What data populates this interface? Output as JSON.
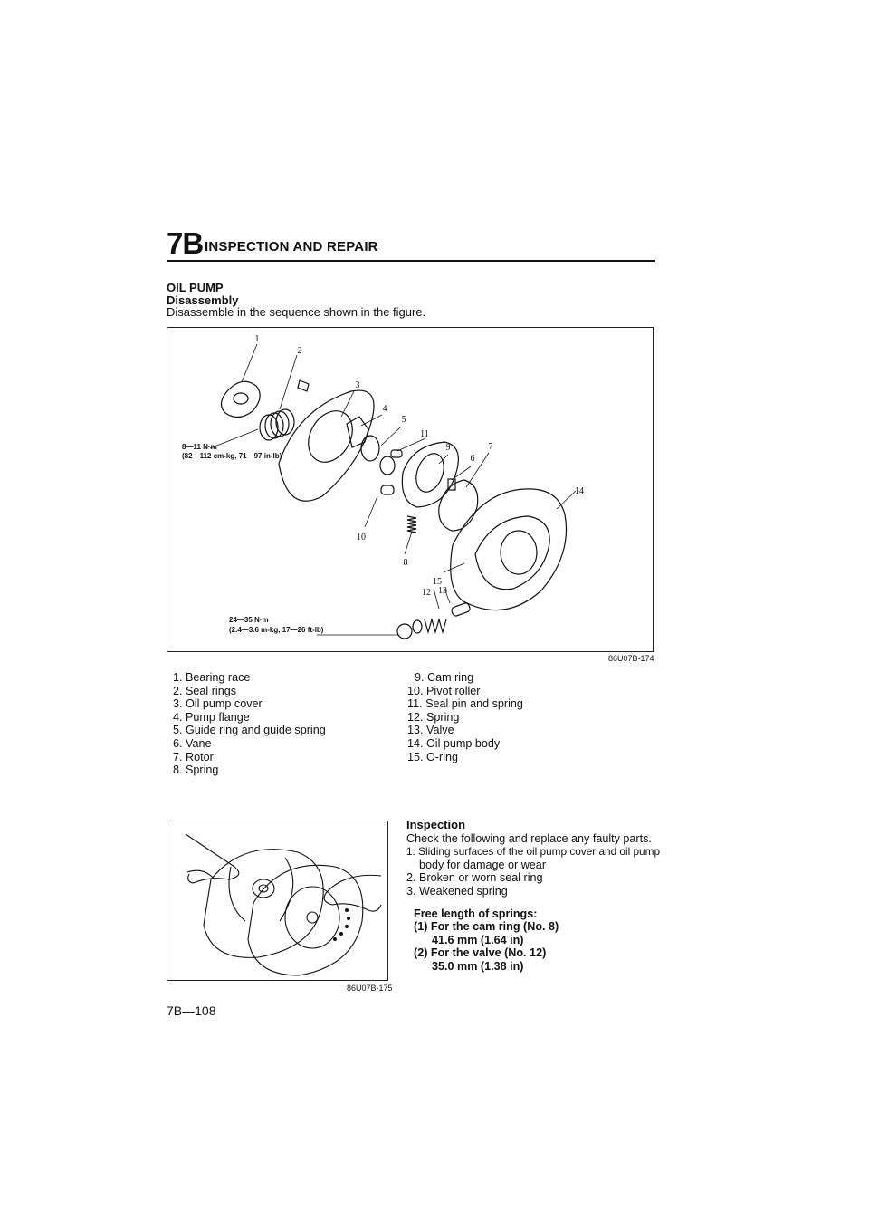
{
  "header": {
    "code": "7B",
    "title": "INSPECTION AND REPAIR"
  },
  "section": {
    "title": "OIL PUMP",
    "subtitle": "Disassembly",
    "paragraph": "Disassemble in the sequence shown in the figure."
  },
  "figure1": {
    "code": "86U07B-174",
    "torque_top_1": "8—11 N·m",
    "torque_top_2": "(82—112 cm-kg, 71—97 in-lb)",
    "torque_bottom_1": "24—35 N·m",
    "torque_bottom_2": "(2.4—3.6 m-kg, 17—26 ft-lb)",
    "callouts": [
      "1",
      "2",
      "3",
      "4",
      "5",
      "6",
      "7",
      "8",
      "9",
      "10",
      "11",
      "12",
      "13",
      "14",
      "15"
    ]
  },
  "parts_left": [
    "1. Bearing race",
    "2. Seal rings",
    "3. Oil pump cover",
    "4. Pump flange",
    "5. Guide ring and guide spring",
    "6. Vane",
    "7. Rotor",
    "8. Spring"
  ],
  "parts_right": [
    "9. Cam ring",
    "10. Pivot roller",
    "11. Seal pin and spring",
    "12. Spring",
    "13. Valve",
    "14. Oil pump body",
    "15. O-ring"
  ],
  "figure2": {
    "code": "86U07B-175"
  },
  "inspection": {
    "heading": "Inspection",
    "intro": "Check the following and replace any faulty parts.",
    "items": [
      "1. Sliding surfaces of the oil pump cover and oil pump",
      "body for damage or wear",
      "2. Broken or worn seal ring",
      "3. Weakened spring"
    ],
    "spec_heading": "Free length of springs:",
    "spec_1_label": "(1) For the cam ring (No. 8)",
    "spec_1_value": "41.6 mm (1.64 in)",
    "spec_2_label": "(2) For the valve (No. 12)",
    "spec_2_value": "35.0 mm (1.38 in)"
  },
  "page_number": "7B—108"
}
